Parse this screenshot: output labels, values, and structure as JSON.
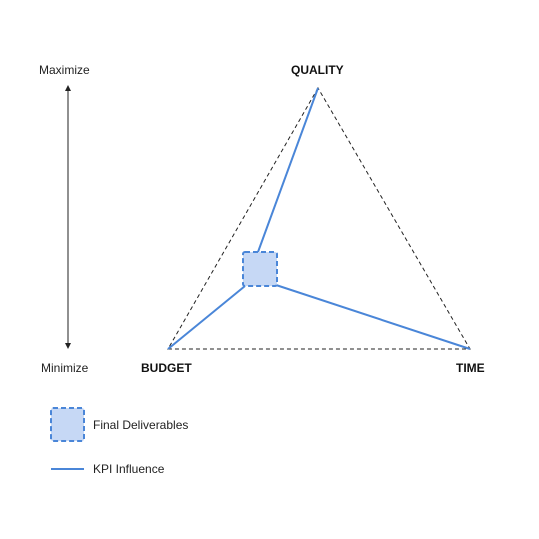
{
  "scale": {
    "top_label": "Maximize",
    "bottom_label": "Minimize"
  },
  "nodes": {
    "quality": "QUALITY",
    "budget": "BUDGET",
    "time": "TIME"
  },
  "legend": {
    "deliverables_label": "Final Deliverables",
    "kpi_label": "KPI Influence"
  },
  "colors": {
    "accent_line": "#4a86d8",
    "deliverable_fill": "#c6d8f5",
    "deliverable_border": "#4a86d8",
    "triangle_outline": "#222222",
    "text": "#222222"
  }
}
